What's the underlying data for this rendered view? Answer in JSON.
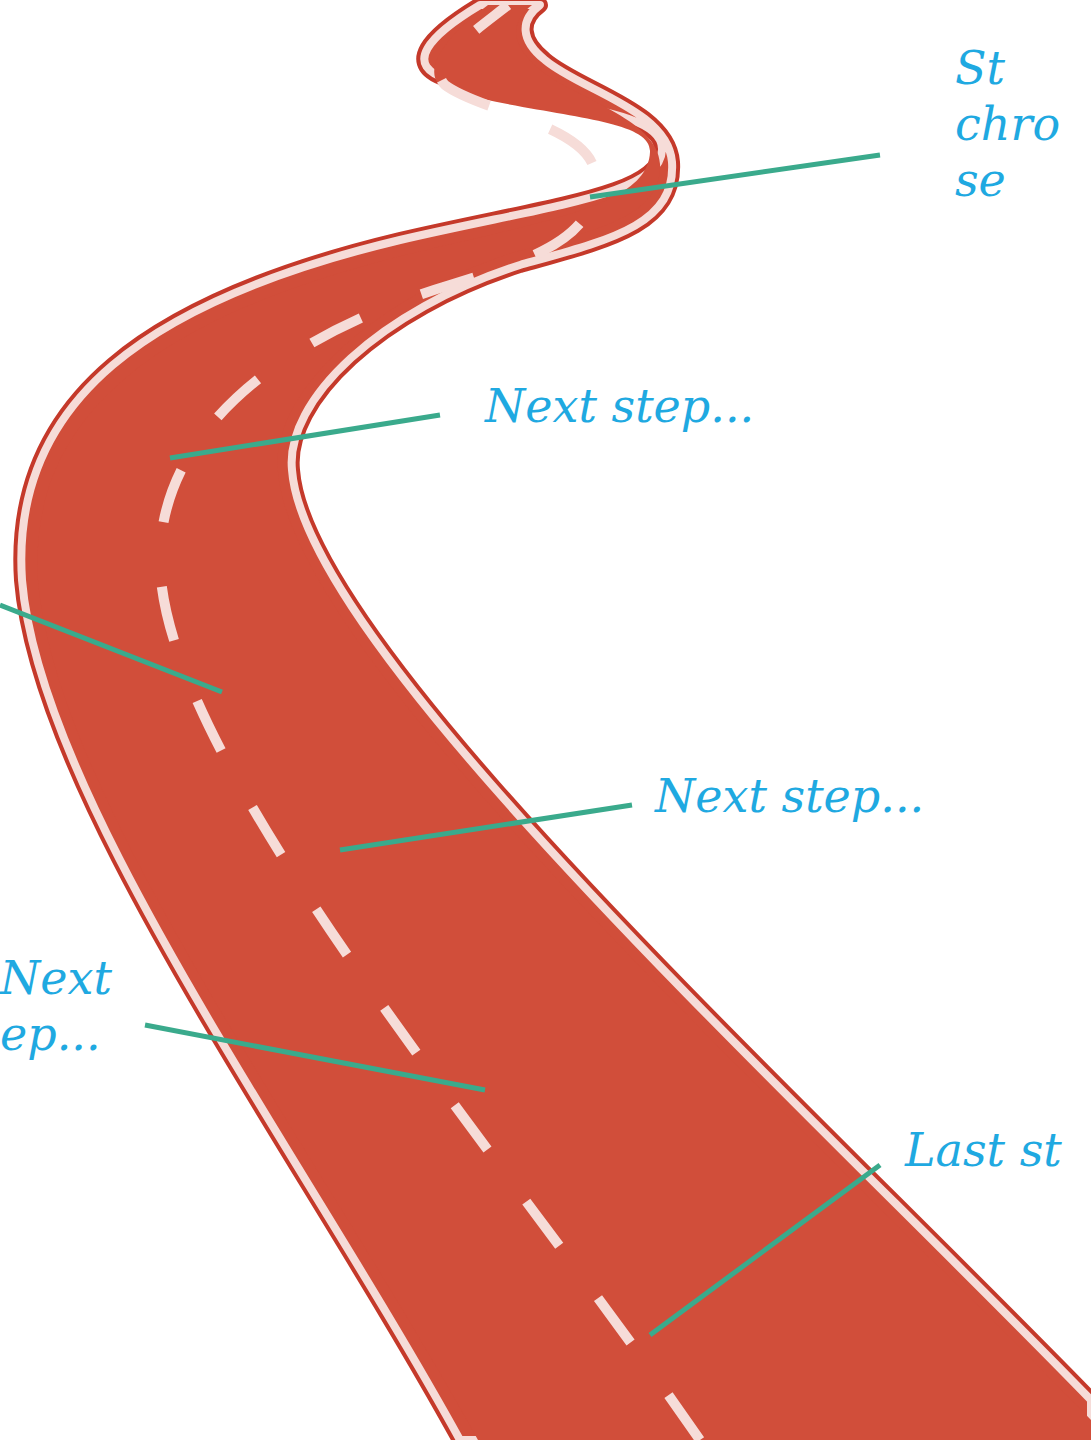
{
  "diagram": {
    "labels": [
      "St chro se",
      "Next step...",
      "Next step...",
      "Next ep...",
      "Last st"
    ]
  }
}
